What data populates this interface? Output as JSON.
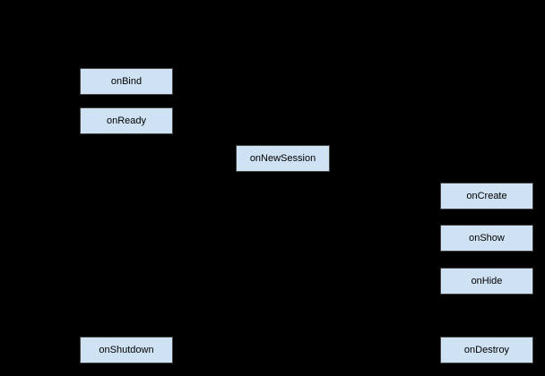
{
  "diagram": {
    "type": "lifecycle-flowchart",
    "nodes": [
      {
        "id": "onBind",
        "label": "onBind"
      },
      {
        "id": "onReady",
        "label": "onReady"
      },
      {
        "id": "onNewSession",
        "label": "onNewSession"
      },
      {
        "id": "onCreate",
        "label": "onCreate"
      },
      {
        "id": "onShow",
        "label": "onShow"
      },
      {
        "id": "onHide",
        "label": "onHide"
      },
      {
        "id": "onShutdown",
        "label": "onShutdown"
      },
      {
        "id": "onDestroy",
        "label": "onDestroy"
      }
    ]
  },
  "colors": {
    "background": "#000000",
    "node_fill": "#cfe2f3",
    "node_border": "#434343",
    "node_text": "#000000"
  }
}
